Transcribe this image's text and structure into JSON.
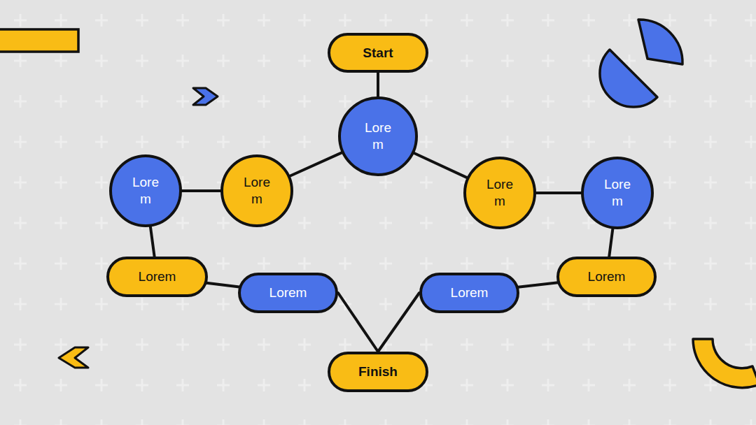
{
  "diagram": {
    "nodes": [
      {
        "text": [
          "Start"
        ]
      },
      {
        "text": [
          "Lorem"
        ]
      },
      {
        "text": [
          "Lorem"
        ]
      },
      {
        "text": [
          "Lorem"
        ]
      },
      {
        "text": [
          "Lorem"
        ]
      },
      {
        "text": [
          "Lorem"
        ]
      },
      {
        "text": [
          "Lorem"
        ]
      },
      {
        "text": [
          "Lorem"
        ]
      },
      {
        "text": [
          "Lorem"
        ]
      },
      {
        "text": [
          "Lorem"
        ]
      },
      {
        "text": [
          "Finish"
        ]
      }
    ],
    "edges": [
      {
        "from": 0,
        "to": 1,
        "arrow": "none"
      },
      {
        "from": 1,
        "to": 3,
        "arrow": "none"
      },
      {
        "from": 1,
        "to": 4,
        "arrow": "none"
      },
      {
        "from": 3,
        "to": 2,
        "arrow": "none"
      },
      {
        "from": 4,
        "to": 5,
        "arrow": "none"
      },
      {
        "from": 2,
        "to": 6,
        "arrow": "none"
      },
      {
        "from": 5,
        "to": 7,
        "arrow": "none"
      },
      {
        "from": 6,
        "to": 8,
        "arrow": "none"
      },
      {
        "from": 7,
        "to": 9,
        "arrow": "none"
      },
      {
        "from": 8,
        "to": 10,
        "arrow": "none"
      },
      {
        "from": 9,
        "to": 10,
        "arrow": "none"
      }
    ]
  }
}
